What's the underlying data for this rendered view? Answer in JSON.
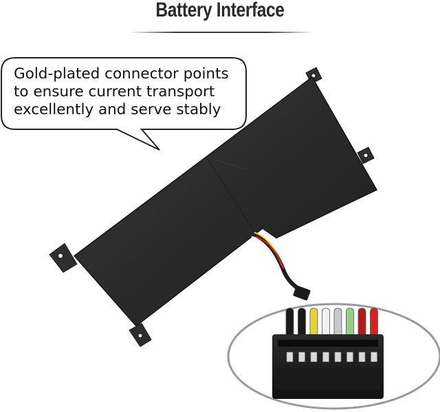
{
  "title": "Battery Interface",
  "callout": {
    "lines": [
      "Gold-plated connector points",
      "to ensure current transport",
      "excellently and serve stably"
    ]
  },
  "connector": {
    "wire_colors": [
      "#1a1a1a",
      "#1a1a1a",
      "#e4d23a",
      "#f2f2f2",
      "#c8c8c8",
      "#9acd8a",
      "#b31b1b",
      "#d42222"
    ]
  }
}
